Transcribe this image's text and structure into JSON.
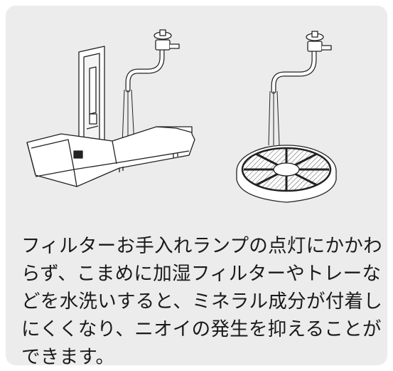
{
  "caption": {
    "lines": [
      "フィルターお手入れランプの点灯にかかわ",
      "らず、こまめに加湿フィルターやトレーな",
      "どを水洗いすると、ミネラル成分が付着し",
      "にくくなり、ニオイの発生を抑えることが",
      "できます。"
    ]
  },
  "illustrations": [
    {
      "icon": "tray-under-faucet-icon"
    },
    {
      "icon": "filter-under-faucet-icon"
    }
  ]
}
